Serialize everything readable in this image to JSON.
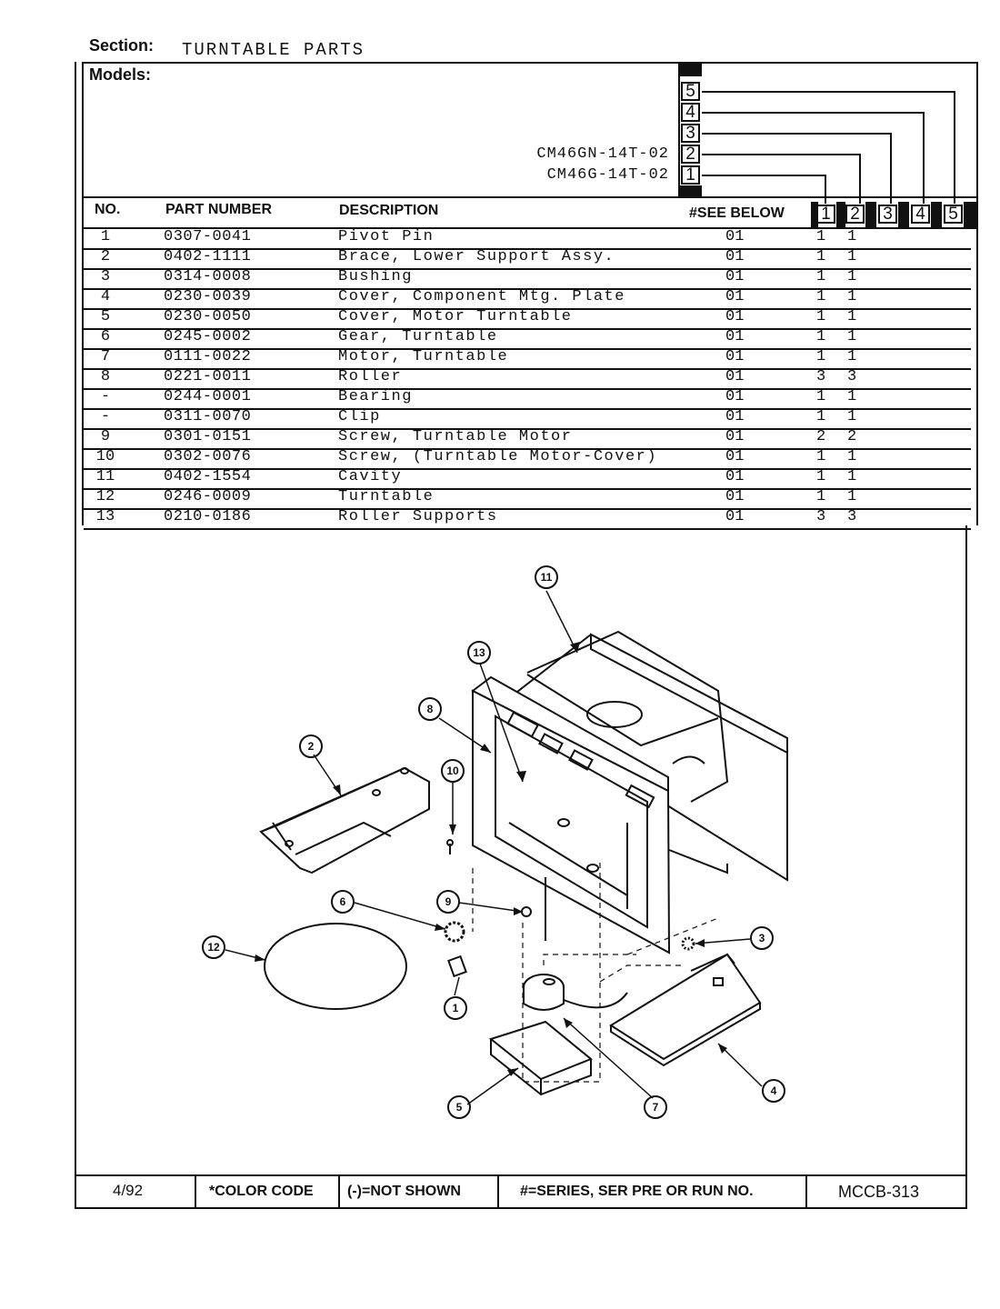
{
  "header": {
    "section_label": "Section:",
    "section_title": "TURNTABLE PARTS",
    "models_label": "Models:"
  },
  "models": [
    {
      "slot": "5",
      "name": ""
    },
    {
      "slot": "4",
      "name": ""
    },
    {
      "slot": "3",
      "name": ""
    },
    {
      "slot": "2",
      "name": "CM46GN-14T-02"
    },
    {
      "slot": "1",
      "name": "CM46G-14T-02"
    }
  ],
  "columns": {
    "no": "NO.",
    "part_number": "PART NUMBER",
    "description": "DESCRIPTION",
    "see_below": "#SEE BELOW",
    "model_cols": [
      "1",
      "2",
      "3",
      "4",
      "5"
    ]
  },
  "parts": [
    {
      "no": "1",
      "part_number": "0307-0041",
      "description": "Pivot Pin",
      "see": "01",
      "q1": "1",
      "q2": "1"
    },
    {
      "no": "2",
      "part_number": "0402-1111",
      "description": "Brace, Lower Support Assy.",
      "see": "01",
      "q1": "1",
      "q2": "1"
    },
    {
      "no": "3",
      "part_number": "0314-0008",
      "description": "Bushing",
      "see": "01",
      "q1": "1",
      "q2": "1"
    },
    {
      "no": "4",
      "part_number": "0230-0039",
      "description": "Cover, Component Mtg. Plate",
      "see": "01",
      "q1": "1",
      "q2": "1"
    },
    {
      "no": "5",
      "part_number": "0230-0050",
      "description": "Cover, Motor Turntable",
      "see": "01",
      "q1": "1",
      "q2": "1"
    },
    {
      "no": "6",
      "part_number": "0245-0002",
      "description": "Gear, Turntable",
      "see": "01",
      "q1": "1",
      "q2": "1"
    },
    {
      "no": "7",
      "part_number": "0111-0022",
      "description": "Motor, Turntable",
      "see": "01",
      "q1": "1",
      "q2": "1"
    },
    {
      "no": "8",
      "part_number": "0221-0011",
      "description": "Roller",
      "see": "01",
      "q1": "3",
      "q2": "3"
    },
    {
      "no": "-",
      "part_number": "0244-0001",
      "description": "Bearing",
      "see": "01",
      "q1": "1",
      "q2": "1"
    },
    {
      "no": "-",
      "part_number": "0311-0070",
      "description": "Clip",
      "see": "01",
      "q1": "1",
      "q2": "1"
    },
    {
      "no": "9",
      "part_number": "0301-0151",
      "description": "Screw, Turntable Motor",
      "see": "01",
      "q1": "2",
      "q2": "2"
    },
    {
      "no": "10",
      "part_number": "0302-0076",
      "description": "Screw, (Turntable Motor-Cover)",
      "see": "01",
      "q1": "1",
      "q2": "1"
    },
    {
      "no": "11",
      "part_number": "0402-1554",
      "description": "Cavity",
      "see": "01",
      "q1": "1",
      "q2": "1"
    },
    {
      "no": "12",
      "part_number": "0246-0009",
      "description": "Turntable",
      "see": "01",
      "q1": "1",
      "q2": "1"
    },
    {
      "no": "13",
      "part_number": "0210-0186",
      "description": "Roller Supports",
      "see": "01",
      "q1": "3",
      "q2": "3"
    }
  ],
  "diagram": {
    "callouts": [
      "11",
      "13",
      "8",
      "2",
      "10",
      "9",
      "6",
      "12",
      "1",
      "3",
      "5",
      "7",
      "4"
    ]
  },
  "footer": {
    "date": "4/92",
    "color_code": "*COLOR CODE",
    "not_shown": "(-)=NOT SHOWN",
    "series_note": "#=SERIES, SER PRE OR RUN NO.",
    "doc_code": "MCCB-313"
  }
}
